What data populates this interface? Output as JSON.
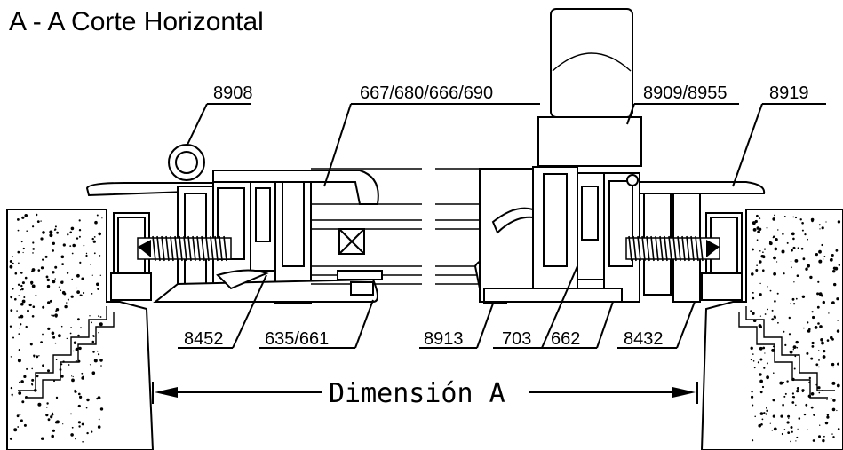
{
  "title": "A - A Corte Horizontal",
  "labels": {
    "l8908": "8908",
    "l667": "667/680/666/690",
    "l8909": "8909/8955",
    "l8919": "8919",
    "l8452": "8452",
    "l635": "635/661",
    "l8913": "8913",
    "l703": "703",
    "l662": "662",
    "l8432": "8432"
  },
  "dimension": "Dimensión A",
  "colors": {
    "ink": "#000000",
    "paper": "#ffffff"
  }
}
